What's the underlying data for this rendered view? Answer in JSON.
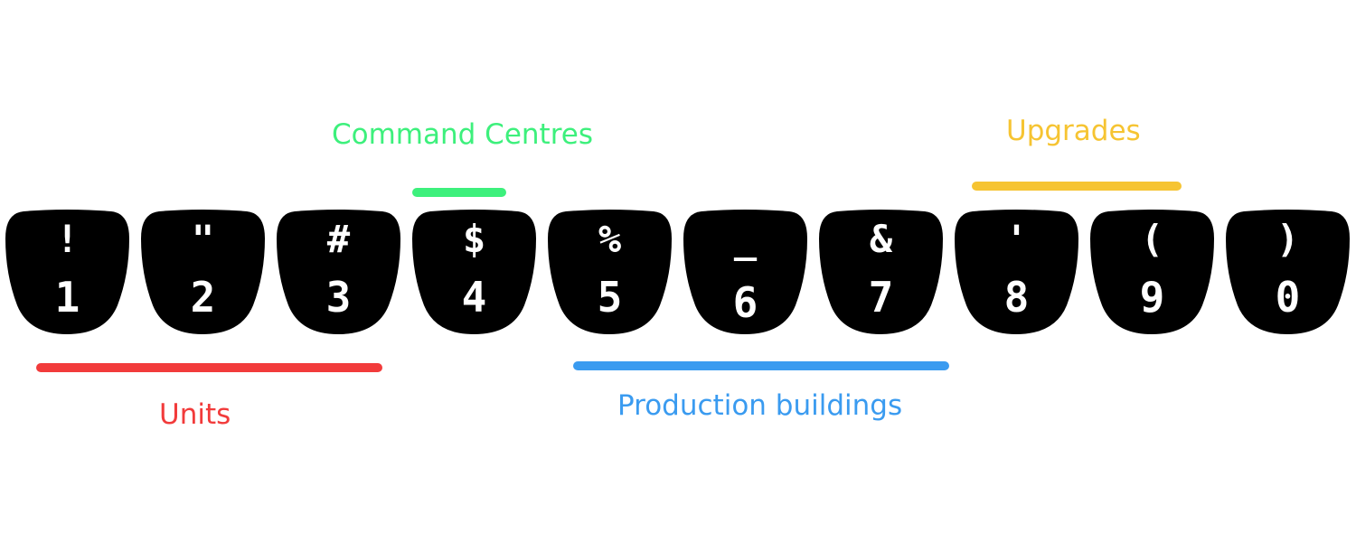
{
  "keys": [
    {
      "symbol": "!",
      "digit": "1"
    },
    {
      "symbol": "\"",
      "digit": "2"
    },
    {
      "symbol": "#",
      "digit": "3"
    },
    {
      "symbol": "$",
      "digit": "4"
    },
    {
      "symbol": "%",
      "digit": "5"
    },
    {
      "symbol": "_",
      "digit": "6"
    },
    {
      "symbol": "&",
      "digit": "7"
    },
    {
      "symbol": "'",
      "digit": "8"
    },
    {
      "symbol": "(",
      "digit": "9"
    },
    {
      "symbol": ")",
      "digit": "0"
    }
  ],
  "groups": {
    "units": {
      "label": "Units",
      "color": "#f23b3b"
    },
    "command_centres": {
      "label": "Command Centres",
      "color": "#3df07c"
    },
    "production_buildings": {
      "label": "Production buildings",
      "color": "#3a9bf0"
    },
    "upgrades": {
      "label": "Upgrades",
      "color": "#f6c432"
    }
  }
}
